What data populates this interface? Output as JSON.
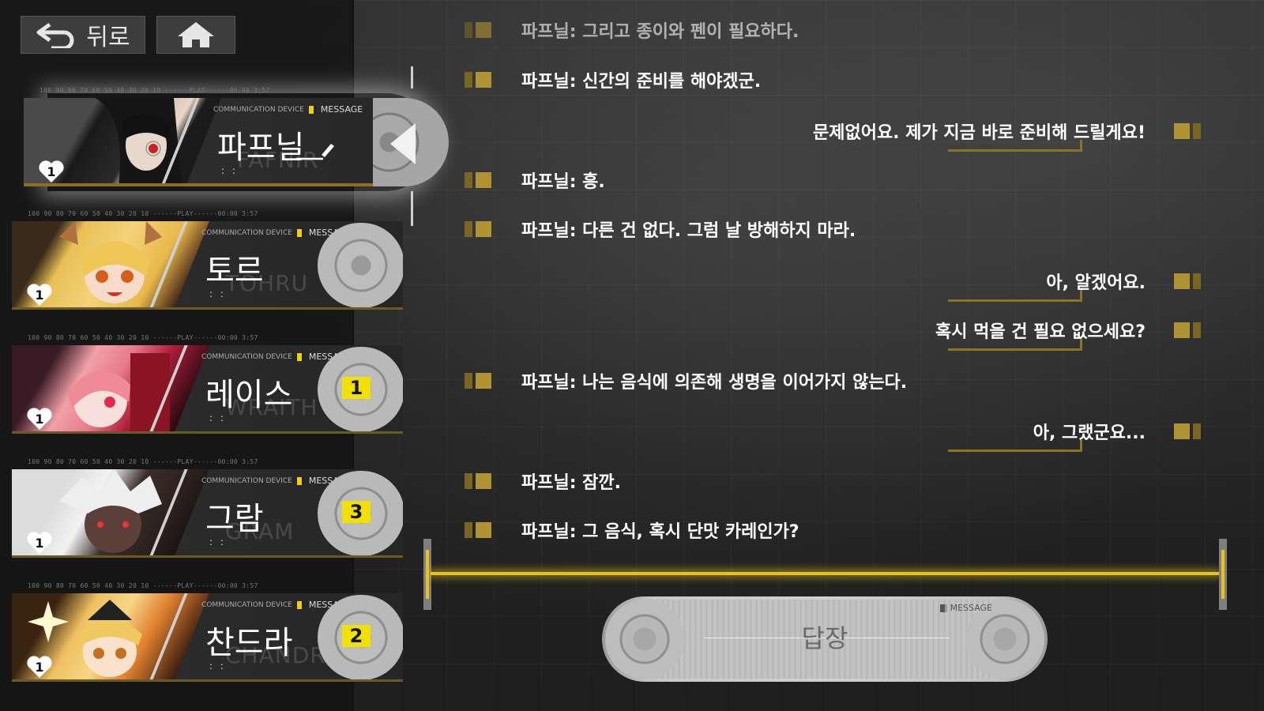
{
  "header": {
    "back_label": "뒤로",
    "back_icon": "back-arrow-icon",
    "home_icon": "home-icon"
  },
  "contact_ruler": "100    90    80    70    60    50    40    30    20    10  ------PLAY------00:00        3:57",
  "contacts": [
    {
      "name": "파프닐",
      "name_en": "FAFNIR",
      "device": "COMMUNICATION DEVICE",
      "message": "MESSAGE",
      "heart": "1",
      "badge": "",
      "selected": true
    },
    {
      "name": "토르",
      "name_en": "TOHRU",
      "device": "COMMUNICATION DEVICE",
      "message": "MESSAGE",
      "heart": "1",
      "badge": ""
    },
    {
      "name": "레이스",
      "name_en": "WRAITH",
      "device": "COMMUNICATION DEVICE",
      "message": "MESSAGE",
      "heart": "1",
      "badge": "1"
    },
    {
      "name": "그람",
      "name_en": "GRAM",
      "device": "COMMUNICATION DEVICE",
      "message": "MESSAGE",
      "heart": "1",
      "badge": "3"
    },
    {
      "name": "찬드라",
      "name_en": "CHANDRA",
      "device": "COMMUNICATION DEVICE",
      "message": "MESSAGE",
      "heart": "1",
      "badge": "2"
    }
  ],
  "messages": [
    {
      "side": "left",
      "text": "파프닐: 그리고 종이와 펜이 필요하다.",
      "dim": true
    },
    {
      "side": "left",
      "text": "파프닐: 신간의 준비를 해야겠군."
    },
    {
      "side": "right",
      "text": "문제없어요. 제가 지금 바로 준비해 드릴게요!"
    },
    {
      "side": "left",
      "text": "파프닐: 흥."
    },
    {
      "side": "left",
      "text": "파프닐: 다른 건 없다. 그럼 날 방해하지 마라."
    },
    {
      "side": "right",
      "text": "아, 알겠어요."
    },
    {
      "side": "right",
      "text": "혹시 먹을 건 필요 없으세요?"
    },
    {
      "side": "left",
      "text": "파프닐: 나는 음식에 의존해 생명을 이어가지 않는다."
    },
    {
      "side": "right",
      "text": "아, 그랬군요..."
    },
    {
      "side": "left",
      "text": "파프닐: 잠깐."
    },
    {
      "side": "left",
      "text": "파프닐: 그 음식, 혹시 단맛 카레인가?"
    }
  ],
  "reply": {
    "label": "답장",
    "message": "MESSAGE"
  },
  "colors": {
    "accent": "#e8c21a",
    "badge": "#f2e000",
    "bullet": "#b09335"
  }
}
